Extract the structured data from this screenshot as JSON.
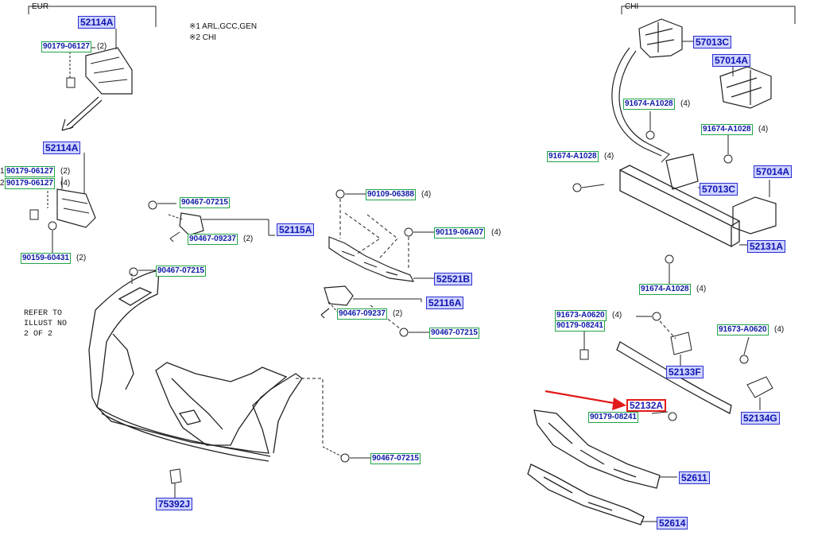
{
  "sections": {
    "eur": "EUR",
    "chi": "CHI"
  },
  "notes": {
    "n1": "※1 ARL,GCC,GEN",
    "n2": "※2 CHI"
  },
  "refer": {
    "line1": "REFER TO",
    "line2": "ILLUST NO",
    "line3": "2 OF 2"
  },
  "parts": {
    "p52114A_top": "52114A",
    "p90179_06127_top": "90179-06127",
    "p52114A_mid": "52114A",
    "p90179_06127_m1": "90179-06127",
    "p90179_06127_m2": "90179-06127",
    "p90159_60431": "90159-60431",
    "p90467_07215_a": "90467-07215",
    "p90467_09237_a": "90467-09237",
    "p52115A": "52115A",
    "p90467_07215_b": "90467-07215",
    "p75392J": "75392J",
    "p90467_07215_c": "90467-07215",
    "p90109_06388": "90109-06388",
    "p90119_06A07": "90119-06A07",
    "p52521B": "52521B",
    "p52116A": "52116A",
    "p90467_09237_b": "90467-09237",
    "p90467_07215_d": "90467-07215",
    "p57013C_top": "57013C",
    "p57014A_top": "57014A",
    "p91674_A1028_a": "91674-A1028",
    "p91674_A1028_b": "91674-A1028",
    "p91674_A1028_c": "91674-A1028",
    "p57013C_mid": "57013C",
    "p57014A_mid": "57014A",
    "p52131A": "52131A",
    "p91674_A1028_d": "91674-A1028",
    "p91673_A0620_a": "91673-A0620",
    "p90179_08241_a": "90179-08241",
    "p91673_A0620_b": "91673-A0620",
    "p52133F": "52133F",
    "p52132A": "52132A",
    "p90179_08241_b": "90179-08241",
    "p52134G": "52134G",
    "p52611": "52611",
    "p52614": "52614"
  },
  "qtys": {
    "q2": "(2)",
    "q4": "(4)",
    "m1_prefix": "1",
    "m2_prefix": "2"
  },
  "colors": {
    "highlight": "#e21a1a",
    "label_blue_fill": "#cfd3ff",
    "label_blue_border": "#2a2fd0",
    "label_green_border": "#22a24a"
  }
}
